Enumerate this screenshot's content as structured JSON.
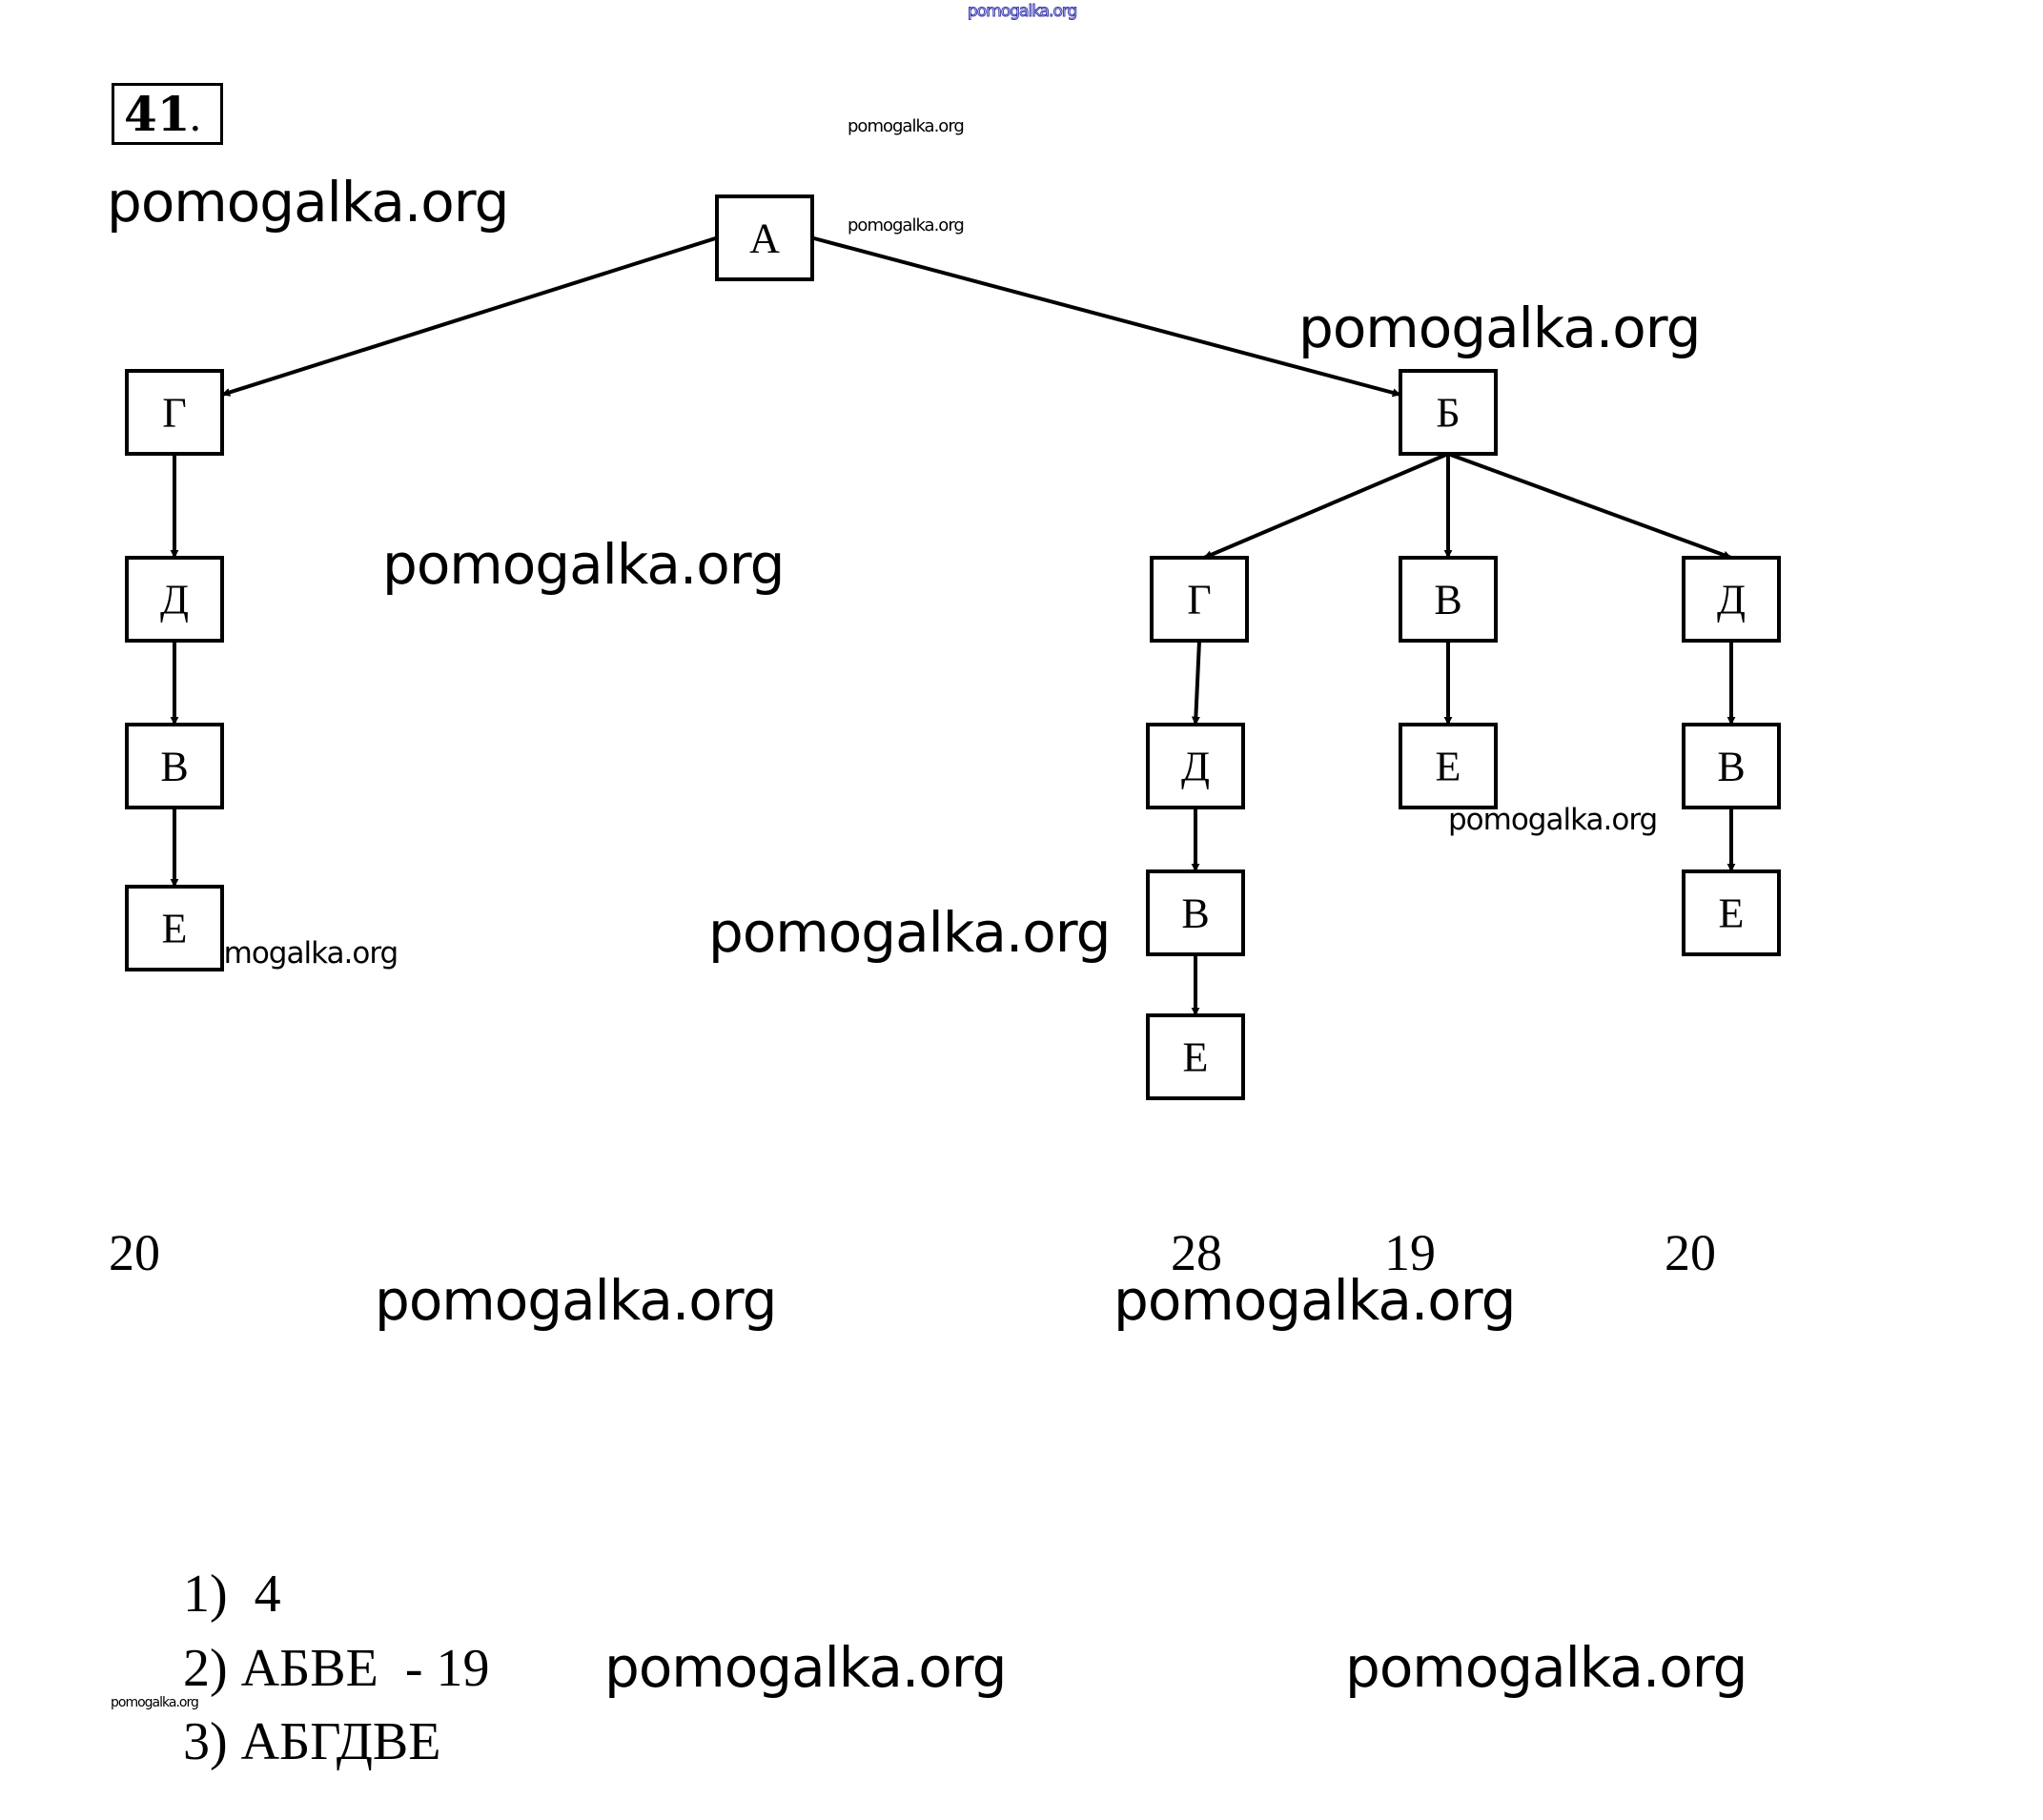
{
  "problem": {
    "number": "41",
    "suffix": "."
  },
  "tree": {
    "nodes": [
      {
        "id": "A",
        "label": "А"
      },
      {
        "id": "G1",
        "label": "Г"
      },
      {
        "id": "D1",
        "label": "Д"
      },
      {
        "id": "V1",
        "label": "В"
      },
      {
        "id": "E1",
        "label": "Е"
      },
      {
        "id": "B",
        "label": "Б"
      },
      {
        "id": "G2",
        "label": "Г"
      },
      {
        "id": "V2",
        "label": "В"
      },
      {
        "id": "D3",
        "label": "Д"
      },
      {
        "id": "D2",
        "label": "Д"
      },
      {
        "id": "E2",
        "label": "Е"
      },
      {
        "id": "V3",
        "label": "В"
      },
      {
        "id": "V4",
        "label": "В"
      },
      {
        "id": "E3",
        "label": "Е"
      },
      {
        "id": "E4",
        "label": "Е"
      }
    ],
    "edges": [
      [
        "A",
        "G1"
      ],
      [
        "G1",
        "D1"
      ],
      [
        "D1",
        "V1"
      ],
      [
        "V1",
        "E1"
      ],
      [
        "A",
        "B"
      ],
      [
        "B",
        "G2"
      ],
      [
        "B",
        "V2"
      ],
      [
        "B",
        "D3"
      ],
      [
        "G2",
        "D2"
      ],
      [
        "D2",
        "V4"
      ],
      [
        "V4",
        "E4"
      ],
      [
        "V2",
        "E2"
      ],
      [
        "D3",
        "V3"
      ],
      [
        "V3",
        "E3"
      ]
    ]
  },
  "path_lengths": [
    "20",
    "28",
    "19",
    "20"
  ],
  "answers": [
    {
      "marker": "1)",
      "text": " 4"
    },
    {
      "marker": "2)",
      "text": "АБВЕ  - 19"
    },
    {
      "marker": "3)",
      "text": "АБГДВЕ"
    }
  ],
  "watermarks": {
    "top": "pomogalka.org",
    "text": "pomogalka.org"
  }
}
